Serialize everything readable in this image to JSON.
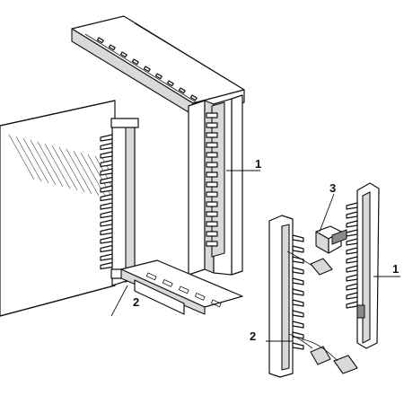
{
  "callouts": {
    "c1_main": "1",
    "c1_side": "1",
    "c2_main": "2",
    "c2_side": "2",
    "c3": "3"
  }
}
